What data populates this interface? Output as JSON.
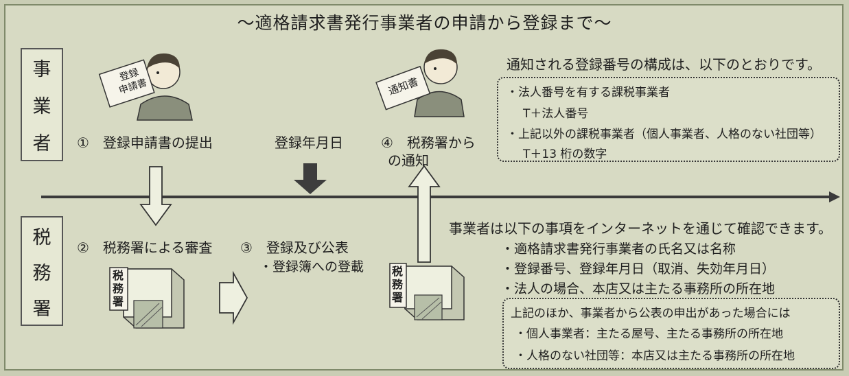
{
  "title": "～適格請求書発行事業者の申請から登録まで～",
  "left_labels": {
    "business": [
      "事",
      "業",
      "者"
    ],
    "tax_office": [
      "税",
      "務",
      "署"
    ]
  },
  "steps": {
    "step1": "①　登録申請書の提出",
    "registration_date": "登録年月日",
    "step4_line1": "④　税務署から",
    "step4_line2": "の通知",
    "step2": "②　税務署による審査",
    "step3": "③　登録及び公表",
    "step3_sub": "・登録簿への登載"
  },
  "illustrations": {
    "application_paper": [
      "登録",
      "申請書"
    ],
    "notice_paper": "通知書",
    "tax_office_sign": [
      "税",
      "務",
      "署"
    ]
  },
  "registration_number": {
    "heading": "通知される登録番号の構成は、以下のとおりです。",
    "items": [
      "・法人番号を有する課税事業者",
      "T＋法人番号",
      "・上記以外の課税事業者（個人事業者、人格のない社団等）",
      "T＋13 桁の数字"
    ]
  },
  "internet": {
    "heading": "事業者は以下の事項をインターネットを通じて確認できます。",
    "items": [
      "・適格請求書発行事業者の氏名又は名称",
      "・登録番号、登録年月日（取消、失効年月日）",
      "・法人の場合、本店又は主たる事務所の所在地"
    ],
    "extra_heading": "上記のほか、事業者から公表の申出があった場合には",
    "extra_items": [
      "・個人事業者：主たる屋号、主たる事務所の所在地",
      "・人格のない社団等：本店又は主たる事務所の所在地"
    ]
  },
  "colors": {
    "background": "#d7dac3",
    "line": "#333333",
    "timeline": "#3a3a3a",
    "arrow_dark": "#3d3d3d"
  }
}
